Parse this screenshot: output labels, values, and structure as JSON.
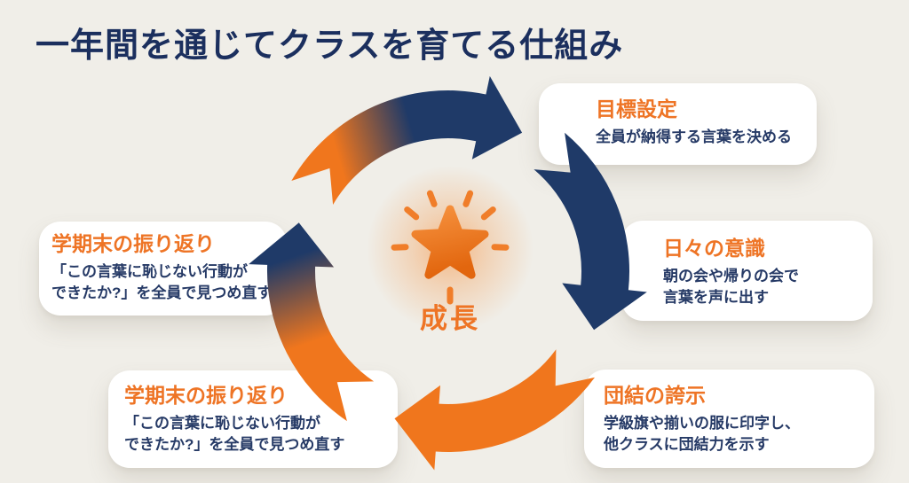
{
  "title": "一年間を通じてクラスを育てる仕組み",
  "center": {
    "icon": "sparkle-star-icon",
    "label": "成長"
  },
  "colors": {
    "navy": "#1f3a68",
    "orange": "#f0761d",
    "heading_orange": "#ee7425",
    "body_text": "#263a66",
    "title_text": "#1b2f5e",
    "background": "#f0eee8",
    "card": "#ffffff",
    "star_light": "#f6923f",
    "star_dark": "#e2660e",
    "glow": "#f49a4f"
  },
  "cycle_cards": [
    {
      "title": "目標設定",
      "body": "全員が納得する言葉を決める"
    },
    {
      "title": "日々の意識",
      "body": "朝の会や帰りの会で\n言葉を声に出す"
    },
    {
      "title": "団結の誇示",
      "body": "学級旗や揃いの服に印字し、\n他クラスに団結力を示す"
    },
    {
      "title": "学期末の振り返り",
      "body": "「この言葉に恥じない行動が\nできたか?」を全員で見つめ直す"
    },
    {
      "title": "学期末の振り返り",
      "body": "「この言葉に恥じない行動が\nできたか?」を全員で見つめ直す"
    }
  ]
}
